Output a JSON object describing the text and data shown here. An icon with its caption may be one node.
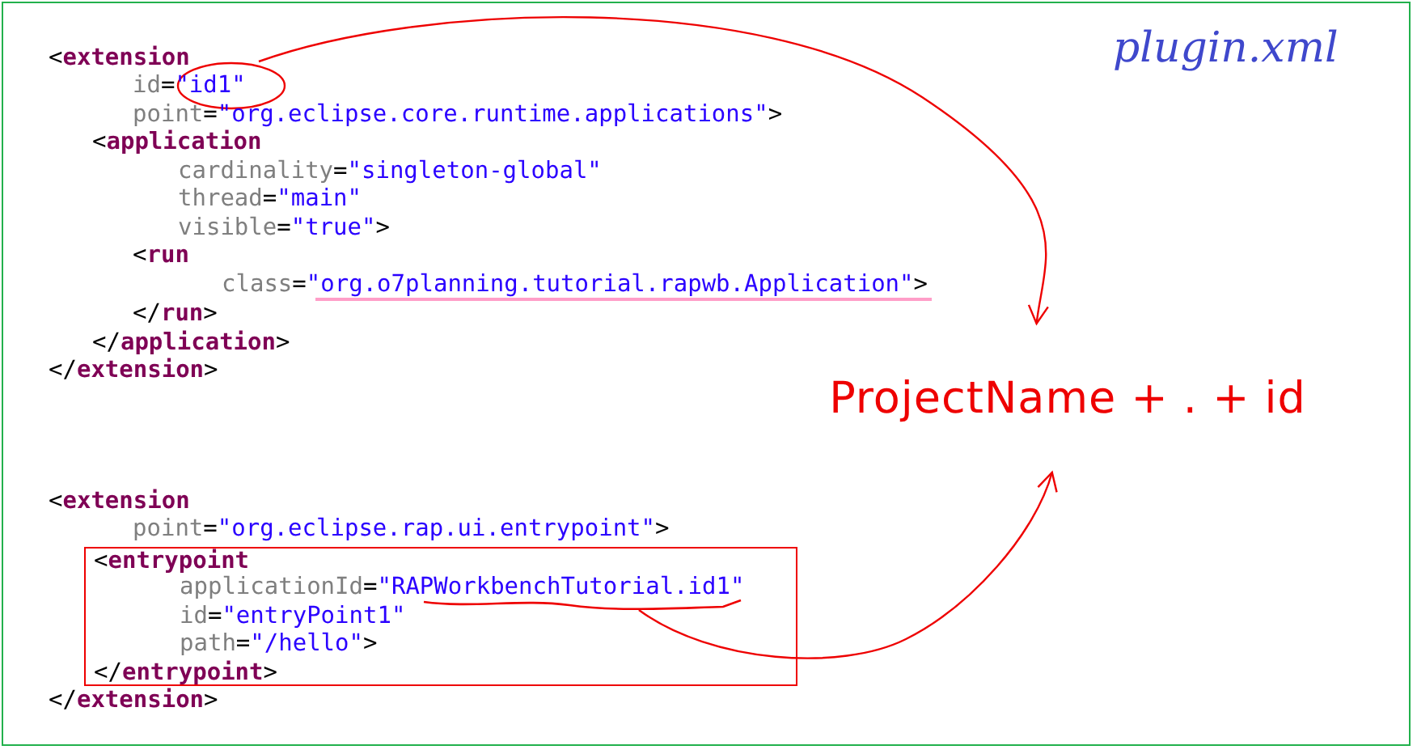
{
  "diagram": {
    "nodes": [
      {
        "text": [],
        "shape": "circle"
      },
      {
        "text": [
          "ProjectName + . + id"
        ]
      },
      {
        "text": [
          "<entrypoint",
          "applicationId=\"RAPWorkbenchTutorial.id1\"",
          "id=\"entryPoint1\"",
          "path=\"/hello\">",
          "</entrypoint>"
        ]
      },
      {
        "text": [],
        "shape": "bar",
        "in": 2
      }
    ],
    "edges": [
      {
        "from": 0,
        "to": 1,
        "arrow": "to"
      },
      {
        "from": 3,
        "to": 1,
        "arrow": "to"
      }
    ],
    "labels": [
      "plugin.xml",
      "<extension",
      "id=\"id1\"",
      "point=\"org.eclipse.core.runtime.applications\">",
      "<application",
      "cardinality=\"singleton-global\"",
      "thread=\"main\"",
      "visible=\"true\">",
      "<run",
      "class=\"org.o7planning.tutorial.rapwb.Application\">",
      "</run>",
      "</application>",
      "</extension>",
      "<extension",
      "point=\"org.eclipse.rap.ui.entrypoint\">",
      "</extension>"
    ]
  }
}
